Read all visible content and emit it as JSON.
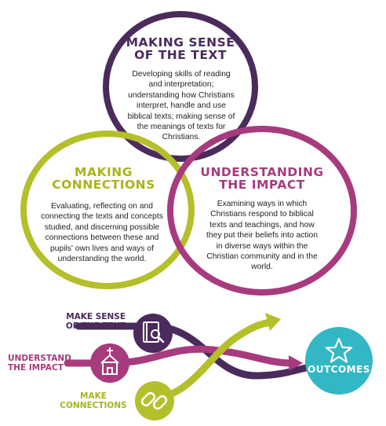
{
  "colors": {
    "purple": "#4a2b5c",
    "magenta": "#a73b7e",
    "lime": "#b5bf2a",
    "teal": "#34b7c4",
    "text": "#222222"
  },
  "venn": {
    "sense": {
      "title": "MAKING SENSE\nOF THE TEXT",
      "description": "Developing skills of reading and interpretation; understanding how Christians interpret, handle and use biblical texts; making sense of the meanings of texts for Christians."
    },
    "connections": {
      "title": "MAKING\nCONNECTIONS",
      "description": "Evaluating, reflecting on and connecting the texts and concepts studied, and discerning possible connections between these and pupils' own lives and ways of understanding the world."
    },
    "impact": {
      "title": "UNDERSTANDING\nTHE IMPACT",
      "description": "Examining ways in which Christians respond to biblical texts and teachings, and how they put their beliefs into action in diverse ways within the Christian community and in the world."
    }
  },
  "flow": {
    "sense_label": "MAKE SENSE\nOF THE TEXT",
    "impact_label": "UNDERSTAND\nTHE IMPACT",
    "connections_label": "MAKE\nCONNECTIONS",
    "outcome_label": "OUTCOMES",
    "icons": {
      "sense": "book-magnifier-icon",
      "impact": "church-icon",
      "connections": "chain-link-icon",
      "outcome": "star-icon"
    }
  }
}
